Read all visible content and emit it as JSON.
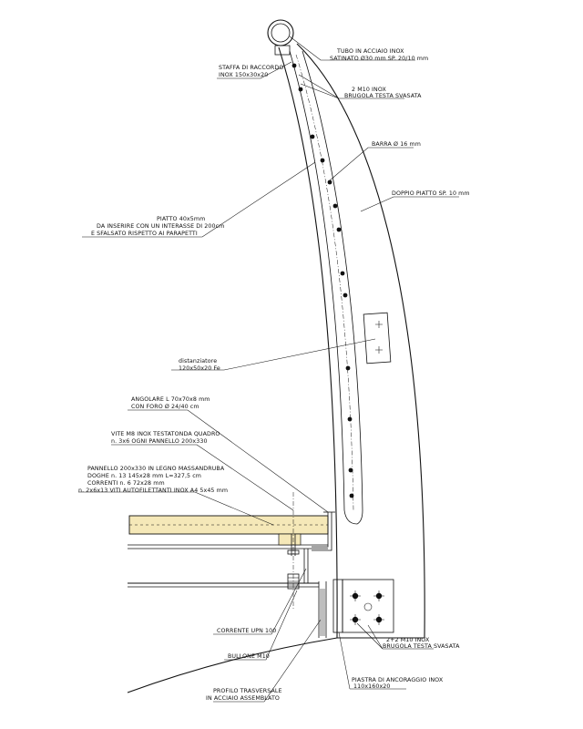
{
  "labels": {
    "tubo_1": "TUBO IN ACCIAIO INOX",
    "tubo_2": "SATINATO Ø30 mm SP. 20/10 mm",
    "staffa_1": "STAFFA DI RACCORDO",
    "staffa_2": "INOX 150x30x20",
    "brugola_top_1": "2 M10 INOX",
    "brugola_top_2": "BRUGOLA TESTA SVASATA",
    "barra": "BARRA Ø 16 mm",
    "doppio_piatto": "DOPPIO PIATTO SP. 10 mm",
    "piatto_1": "PIATTO 40x5mm",
    "piatto_2": "DA INSERIRE CON UN INTERASSE DI 200cm",
    "piatto_3": "E SFALSATO RISPETTO AI PARAPETTI",
    "distanziatore_1": "distanziatore",
    "distanziatore_2": "120x50x20 Fe",
    "angolare_1": "ANGOLARE L 70x70x8 mm",
    "angolare_2": "CON FORO Ø 24/40 cm",
    "vite_1": "VITE M8 INOX TESTATONDA QUADRO",
    "vite_2": "n. 3x6 OGNI PANNELLO 200x330",
    "pannello_1": "PANNELLO 200x330 IN LEGNO MASSANDRUBA",
    "pannello_2": "DOGHE n. 13 145x28 mm   L=327,5 cm",
    "pannello_3": "CORRENTI n. 6 72x28 mm",
    "pannello_4": "n. 2x6x13 VITI AUTOFILETTANTI INOX A4 5x45 mm",
    "corrente": "CORRENTE UPN 100",
    "bullone": "BULLONE M10",
    "profilo_1": "PROFILO TRASVERSALE",
    "profilo_2": "IN ACCIAIO ASSEMBLATO",
    "brugola_bot_1": "2+2 M10 INOX",
    "brugola_bot_2": "BRUGOLA TESTA SVASATA",
    "piastra_1": "PIASTRA DI ANCORAGGIO INOX",
    "piastra_2": "110x160x20"
  },
  "colors": {
    "line": "#111111",
    "wood": "#f5e8b8",
    "paper": "#ffffff"
  }
}
